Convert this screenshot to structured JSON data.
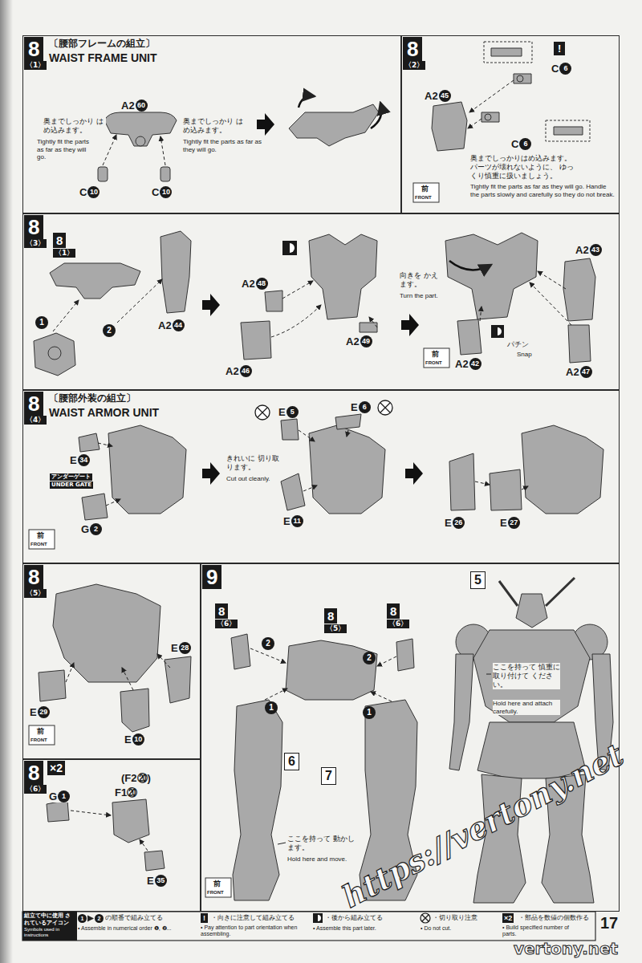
{
  "diagram": {
    "nodes": [
      {
        "text": [
          "8",
          "〈1〉",
          "〔腰部フレームの組立〕",
          "WAIST FRAME UNIT"
        ]
      },
      {
        "text": [
          "8",
          "〈2〉"
        ]
      },
      {
        "text": [
          "8",
          "〈3〉"
        ]
      },
      {
        "text": [
          "8",
          "〈4〉",
          "〔腰部外装の組立〕",
          "WAIST ARMOR UNIT"
        ]
      },
      {
        "text": [
          "8",
          "〈5〉"
        ]
      },
      {
        "text": [
          "8",
          "〈6〉",
          "×2"
        ]
      },
      {
        "text": [
          "9"
        ]
      }
    ],
    "labels": [
      "A2",
      "60",
      "奥までしっかり はめ込みます。",
      "Tightly fit the parts as far as they will go.",
      "C",
      "10",
      "C",
      "10",
      "奥までしっかり はめ込みます。",
      "Tightly fit the parts as far as they will go.",
      "!",
      "C",
      "6",
      "C",
      "6",
      "A2",
      "45",
      "奥までしっかりはめ込みます。 パーツが壊れないように、 ゆっくり慎重に扱いましょう。",
      "Tightly fit the parts as far as they will go. Handle the parts slowly and carefully so they do not break.",
      "前",
      "FRONT",
      "8",
      "〈1〉",
      "1",
      "2",
      "A2",
      "44",
      "A2",
      "48",
      "A2",
      "46",
      "A2",
      "49",
      "向きを かえます。",
      "Turn the part.",
      "パチン",
      "Snap",
      "A2",
      "43",
      "A2",
      "42",
      "A2",
      "47",
      "前",
      "FRONT",
      "E",
      "34",
      "アンダーゲート",
      "UNDER GATE",
      "G",
      "2",
      "前",
      "FRONT",
      "E",
      "5",
      "E",
      "6",
      "きれいに 切り取ります。",
      "Cut out cleanly.",
      "E",
      "11",
      "E",
      "26",
      "E",
      "27",
      "E",
      "28",
      "E",
      "29",
      "E",
      "10",
      "前",
      "FRONT",
      "G",
      "1",
      "(F2⑳)",
      "F1⑳",
      "E",
      "35",
      "8",
      "〈6〉",
      "8",
      "〈5〉",
      "8",
      "〈6〉",
      "2",
      "2",
      "1",
      "1",
      "6",
      "7",
      "5",
      "ここを持って 慎重に取り付けて ください。",
      "Hold here and attach carefully.",
      "ここを持って 動かします。",
      "Hold here and move.",
      "前",
      "FRONT",
      "組立て中に使用 されているアイコン",
      "Symbols used in instructions",
      "1",
      "2",
      "• Assemble in numerical order ❶, ❷...",
      "!",
      "• Pay attention to part orientation when assembling.",
      "• Assemble this part later.",
      "• Do not cut.",
      "×2",
      "• Build specified number of parts.",
      "17",
      "https://vertony.net",
      "vertony.net"
    ],
    "legend": [
      {
        "text": "の順番で組み立てる"
      },
      {
        "text": "・向きに注意して組み立てる"
      },
      {
        "text": "・後から組み立てる"
      },
      {
        "text": "・切り取り注意"
      },
      {
        "text": "・部品を数値の個数作る"
      }
    ]
  }
}
